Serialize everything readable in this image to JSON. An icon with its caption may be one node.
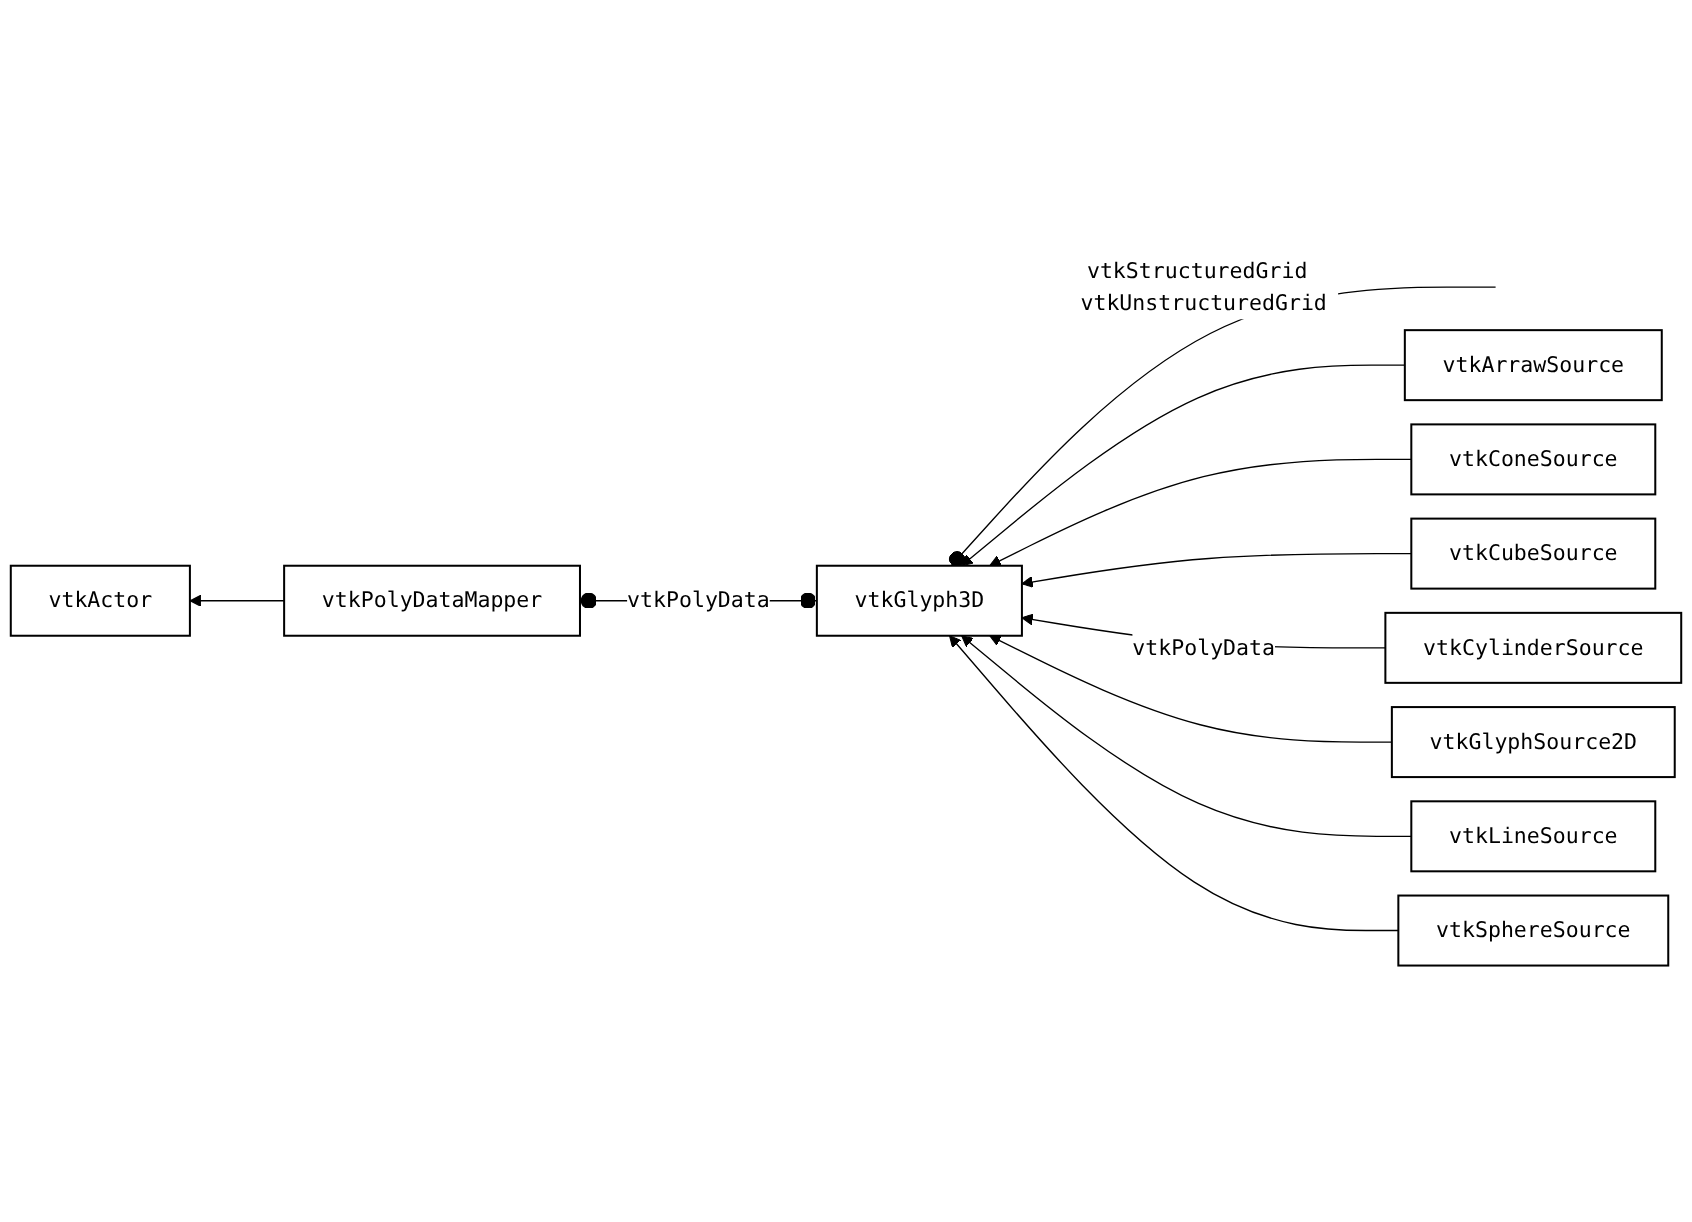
{
  "diagram": {
    "nodes": [
      {
        "text": [
          "vtkGlyph3D"
        ]
      },
      {
        "text": [
          "vtkPolyDataMapper"
        ]
      },
      {
        "text": [
          "vtkActor"
        ]
      },
      {
        "text": [
          "vtkArrawSource"
        ]
      },
      {
        "text": [
          "vtkConeSource"
        ]
      },
      {
        "text": [
          "vtkCubeSource"
        ]
      },
      {
        "text": [
          "vtkCylinderSource"
        ]
      },
      {
        "text": [
          "vtkGlyphSource2D"
        ]
      },
      {
        "text": [
          "vtkLineSource"
        ]
      },
      {
        "text": [
          "vtkSphereSource"
        ]
      }
    ],
    "edges": [
      {
        "from": null,
        "to": 0,
        "arrow": "other",
        "label": "vtkStructuredGrid vtkUnstructuredGrid"
      },
      {
        "from": 0,
        "to": 1,
        "arrow": "other",
        "label": "vtkPolyData"
      },
      {
        "from": 1,
        "to": 2,
        "arrow": "to"
      },
      {
        "from": 3,
        "to": 0,
        "arrow": "to"
      },
      {
        "from": 4,
        "to": 0,
        "arrow": "to"
      },
      {
        "from": 5,
        "to": 0,
        "arrow": "to"
      },
      {
        "from": 6,
        "to": 0,
        "arrow": "to",
        "label": "vtkPolyData"
      },
      {
        "from": 7,
        "to": 0,
        "arrow": "to"
      },
      {
        "from": 8,
        "to": 0,
        "arrow": "to"
      },
      {
        "from": 9,
        "to": 0,
        "arrow": "to"
      }
    ]
  }
}
